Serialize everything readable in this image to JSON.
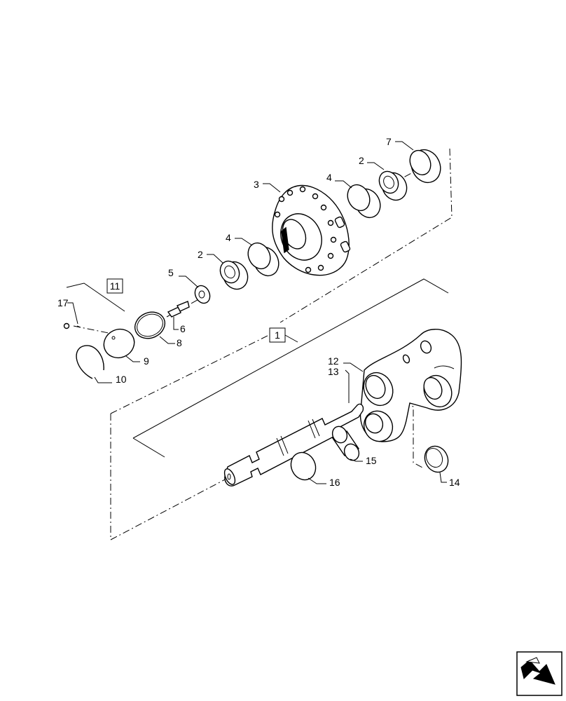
{
  "callouts": {
    "c1": "1",
    "c2a": "2",
    "c2b": "2",
    "c3": "3",
    "c4a": "4",
    "c4b": "4",
    "c5": "5",
    "c6": "6",
    "c7": "7",
    "c8": "8",
    "c9": "9",
    "c10": "10",
    "c11": "11",
    "c12": "12",
    "c13": "13",
    "c14": "14",
    "c15": "15",
    "c16": "16",
    "c17": "17"
  },
  "icons": {
    "nav": "page-navigation-arrow-icon"
  }
}
